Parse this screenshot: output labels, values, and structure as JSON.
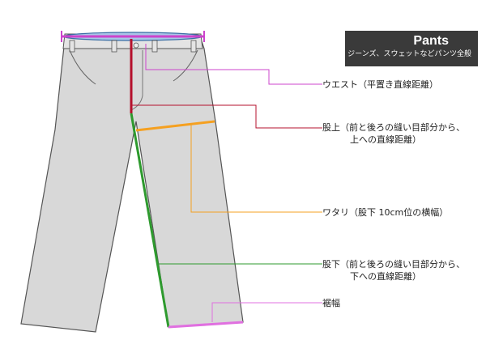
{
  "badge": {
    "title": "Pants",
    "subtitle": "ジーンズ、スウェットなどパンツ全般"
  },
  "measurements": [
    {
      "id": "waist",
      "lines": [
        "ウエスト（平置き直線距離）"
      ],
      "color": "#cc44cc"
    },
    {
      "id": "rise",
      "lines": [
        "股上（前と後ろの縫い目部分から、",
        "上への直線距離）"
      ],
      "color": "#b5102c"
    },
    {
      "id": "thigh",
      "lines": [
        "ワタリ（股下 10cm位の横幅）"
      ],
      "color": "#f5a020"
    },
    {
      "id": "inseam",
      "lines": [
        "股下（前と後ろの縫い目部分から、",
        "下への直線距離）"
      ],
      "color": "#2e9a2e"
    },
    {
      "id": "hem",
      "lines": [
        "裾幅"
      ],
      "color": "#e070e0"
    }
  ],
  "colors": {
    "pants_fill": "#d8d8d8",
    "pants_outline": "#555555",
    "waistband_fill": "#a9c6e8"
  }
}
